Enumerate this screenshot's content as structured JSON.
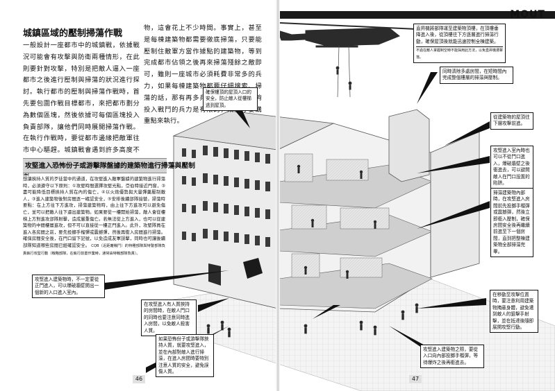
{
  "header": {
    "chapter_label": "MOUT"
  },
  "left_page": {
    "title": "城鎮區域的壓制掃蕩作戰",
    "intro_col1": "一般設計一座都市中的城鎮戰，依據戰況可能會有攻擊與防衛兩種情形，在此則要針對攻擊，特別是把敵人逼入一座都市之後進行壓制與掃蕩的狀況進行探討。執行都市的壓制與掃蕩作戰時，首先要包圍作戰目標都市，來把都市劃分為數個區塊，然後依據可每個區塊投入負責部隊，讓他們同時展開掃蕩作戰。在執行作戰時，要從都市邊緣把敵軍往市中心驅趕。城鎮戰會遇到許多高度不一的建築物，且還要找出敵軍盤據的建築",
    "intro_col2": "物，這會花上不少時間。事實上，甚至是每棟建築物都需要徹底掃蕩，只要能壓制住敵軍方當作據點的建築物，等到完成都市佔領之後再來掃蕩殘餘之敵即可，雖則一座城市必須耗費非常多的兵力，如果每棟建築物都要仔細搜索、掃蕩的話，那有再多兵力都不夠用，能夠投入戰鬥的兵力是有限的，所以才要講重點來執行。",
    "subtitle": "攻堅進入恐怖份子或游擊隊盤據的建築物進行掃蕩與壓制",
    "small_body": "想讓挾持人質的歹徒當中的通道，在攻堅進入敵軍盤據的建築物進行掃蕩時，必須遵守以下原則：①攻堅時間選擇攻堅光點，亞伯特接近門窗，③盡可能降低目標挾持人質在內的傷亡，④以火炮優勢與大量彈藥壓制敵人，③進入建築物後對房間逐一確認安全，⑤安排後續部隊接替。掃蕩時要點：在上方往下方進攻，掃蕩建築物時，由上往下方進攻可以避免傷亡，並可以把敵人往下逼出建築物。如果要從一樓開始掃蕩，敵人會從樓梯上方對進攻部隊射擊，造成嚴重傷亡。若無法從上方進入，也可以從建築物的中間樓層進攻，但不可以直接從一樓正門進入。此外，攻堅隊員在進入各房間之前，要先投擲手榴彈或震撼彈，然後再衝入房間進行掃蕩。確保房間安全後，在門口留下記號，以免造成友軍誤擊，同時也可讓後續部隊知道哪些房間已經確認安全。",
    "small_note": "CQB（近距離戰鬥）的特種部隊與特警部隊負責執行攻堅行動（戰略部隊，在執行前置作業時，通常由特戰部隊負責）。",
    "page_number": "46"
  },
  "right_page": {
    "page_number": "47"
  },
  "callouts": {
    "heli": "直昇機將部隊運至建築物頂樓，在頂樓垂降進入後，從頂樓往下方逐層進行掃蕩行動，確保屋頂後就能迅速控制全棟建築。",
    "heli_note": "不過在敵人掌握制空時不能採用此方法，以免直昇機遭擊落。",
    "rooftop": "同時清除多處房間，在短時間內完成整個樓層的掃蕩與壓制。",
    "roof_guard": "確保樓頂的屋頂入口的安全，防止敵人從樓梯逃到屋頂。",
    "stair": "從建築物的屋頂往下層攻擊前進。",
    "room_entry": "攻堅進入室內時也可以不從門口進入，爆破牆壁之後衝進去，可以避開敵人在門口設置的陷阱。",
    "floor_sweep": "掃蕩建築物內部時，在攻堅進入房間前先投擲手榴彈或震撼彈，然後立即衝入壓制，確保房間安全後再繼續前進至下一個房間，直到把整棟建築物全部掃蕩完畢。",
    "wall_breach": "攻堅進入建築物時，不一定要從正門進入，可以爆破牆壁開出一個新的入口進入室內。",
    "door_enter": "在攻堅進入有人質挾持的房間時，在敵人門口的同時也要注意同時進入房間，以免敵人殺害人質。",
    "mouse_hole": "如果恐怖份子或游擊隊挾持人質，就要攻堅進入，並在內部對敵人進行掃蕩，在進入房間時要特別注意人質的安全，避免誤傷人質。",
    "ground_team": "在移動至攻擊位置時，要注意利用建築物掩蔽身體，避免遭到敵人的狙擊手射擊，並在抵達後隨即展開攻堅行動。",
    "entry_team": "攻堅進入建築物之際，要從入口向內部投擲手榴彈，等待爆炸之後再衝進去。"
  }
}
